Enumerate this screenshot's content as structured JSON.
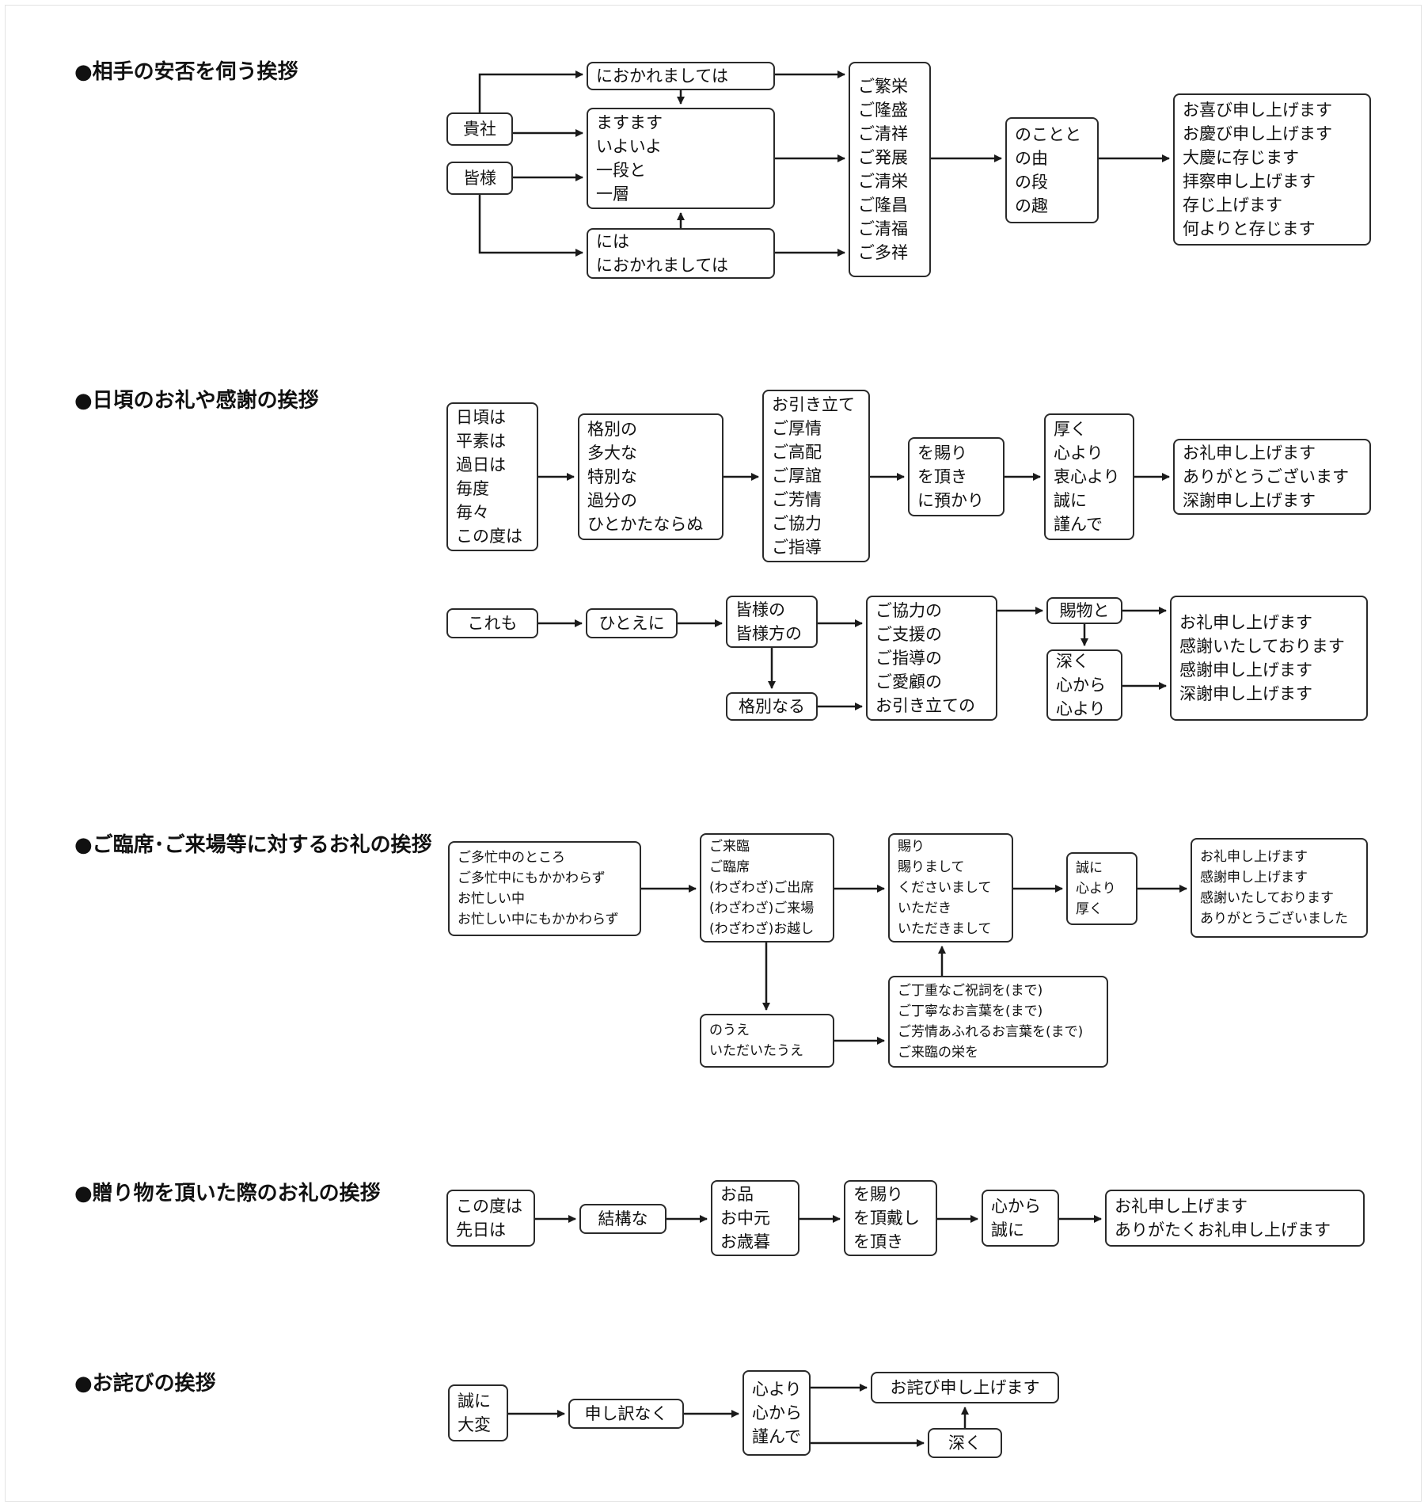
{
  "sections": [
    {
      "heading": "●相手の安否を伺う挨拶",
      "boxes": [
        {
          "id": "s1_kisha",
          "lines": [
            "貴社"
          ]
        },
        {
          "id": "s1_minasama",
          "lines": [
            "皆様"
          ]
        },
        {
          "id": "s1_niokare1",
          "lines": [
            "におかれましては"
          ]
        },
        {
          "id": "s1_masumasu",
          "lines": [
            "ますます",
            "いよいよ",
            "一段と",
            "一層"
          ]
        },
        {
          "id": "s1_niha",
          "lines": [
            "には",
            "におかれましては"
          ]
        },
        {
          "id": "s1_hanei",
          "lines": [
            "ご繁栄",
            "ご隆盛",
            "ご清祥",
            "ご発展",
            "ご清栄",
            "ご隆昌",
            "ご清福",
            "ご多祥"
          ]
        },
        {
          "id": "s1_nokoto",
          "lines": [
            "のことと",
            "の由",
            "の段",
            "の趣"
          ]
        },
        {
          "id": "s1_end",
          "lines": [
            "お喜び申し上げます",
            "お慶び申し上げます",
            "大慶に存じます",
            "拝察申し上げます",
            "存じ上げます",
            "何よりと存じます"
          ]
        }
      ]
    },
    {
      "heading": "●日頃のお礼や感謝の挨拶",
      "boxes": [
        {
          "id": "s2_higoro",
          "lines": [
            "日頃は",
            "平素は",
            "過日は",
            "毎度",
            "毎々",
            "この度は"
          ]
        },
        {
          "id": "s2_kakubetsu",
          "lines": [
            "格別の",
            "多大な",
            "特別な",
            "過分の",
            "ひとかたならぬ"
          ]
        },
        {
          "id": "s2_ohikitate",
          "lines": [
            "お引き立て",
            "ご厚情",
            "ご高配",
            "ご厚誼",
            "ご芳情",
            "ご協力",
            "ご指導"
          ]
        },
        {
          "id": "s2_wotamawari",
          "lines": [
            "を賜り",
            "を頂き",
            "に預かり"
          ]
        },
        {
          "id": "s2_atsuku",
          "lines": [
            "厚く",
            "心より",
            "衷心より",
            "誠に",
            "謹んで"
          ]
        },
        {
          "id": "s2_end1",
          "lines": [
            "お礼申し上げます",
            "ありがとうございます",
            "深謝申し上げます"
          ]
        },
        {
          "id": "s2_koremo",
          "lines": [
            "これも"
          ]
        },
        {
          "id": "s2_hitoeni",
          "lines": [
            "ひとえに"
          ]
        },
        {
          "id": "s2_minasamano",
          "lines": [
            "皆様の",
            "皆様方の"
          ]
        },
        {
          "id": "s2_kakubetsunaru",
          "lines": [
            "格別なる"
          ]
        },
        {
          "id": "s2_kyouryokuno",
          "lines": [
            "ご協力の",
            "ご支援の",
            "ご指導の",
            "ご愛顧の",
            "お引き立ての"
          ]
        },
        {
          "id": "s2_tamamonoto",
          "lines": [
            "賜物と"
          ]
        },
        {
          "id": "s2_fukaku",
          "lines": [
            "深く",
            "心から",
            "心より"
          ]
        },
        {
          "id": "s2_end2",
          "lines": [
            "お礼申し上げます",
            "感謝いたしております",
            "感謝申し上げます",
            "深謝申し上げます"
          ]
        }
      ]
    },
    {
      "heading": "●ご臨席･ご来場等に対するお礼の挨拶",
      "boxes": [
        {
          "id": "s3_gotabou",
          "lines": [
            "ご多忙中のところ",
            "ご多忙中にもかかわらず",
            "お忙しい中",
            "お忙しい中にもかかわらず"
          ]
        },
        {
          "id": "s3_gorairin",
          "lines": [
            "ご来臨",
            "ご臨席",
            "(わざわざ)ご出席",
            "(わざわざ)ご来場",
            "(わざわざ)お越し"
          ]
        },
        {
          "id": "s3_tamawari",
          "lines": [
            "賜り",
            "賜りまして",
            "くださいまして",
            "いただき",
            "いただきまして"
          ]
        },
        {
          "id": "s3_makotoni",
          "lines": [
            "誠に",
            "心より",
            "厚く"
          ]
        },
        {
          "id": "s3_end",
          "lines": [
            "お礼申し上げます",
            "感謝申し上げます",
            "感謝いたしております",
            "ありがとうございました"
          ]
        },
        {
          "id": "s3_noue",
          "lines": [
            "のうえ",
            "いただいたうえ"
          ]
        },
        {
          "id": "s3_goteichou",
          "lines": [
            "ご丁重なご祝詞を(まで)",
            "ご丁寧なお言葉を(まで)",
            "ご芳情あふれるお言葉を(まで)",
            "ご来臨の栄を"
          ]
        }
      ]
    },
    {
      "heading": "●贈り物を頂いた際のお礼の挨拶",
      "boxes": [
        {
          "id": "s4_konotabi",
          "lines": [
            "この度は",
            "先日は"
          ]
        },
        {
          "id": "s4_kekkou",
          "lines": [
            "結構な"
          ]
        },
        {
          "id": "s4_ohin",
          "lines": [
            "お品",
            "お中元",
            "お歳暮"
          ]
        },
        {
          "id": "s4_wotamawari",
          "lines": [
            "を賜り",
            "を頂戴し",
            "を頂き"
          ]
        },
        {
          "id": "s4_kokorokara",
          "lines": [
            "心から",
            "誠に"
          ]
        },
        {
          "id": "s4_end",
          "lines": [
            "お礼申し上げます",
            "ありがたくお礼申し上げます"
          ]
        }
      ]
    },
    {
      "heading": "●お詫びの挨拶",
      "boxes": [
        {
          "id": "s5_makotoni",
          "lines": [
            "誠に",
            "大変"
          ]
        },
        {
          "id": "s5_moushiwake",
          "lines": [
            "申し訳なく"
          ]
        },
        {
          "id": "s5_kokoroyori",
          "lines": [
            "心より",
            "心から",
            "謹んで"
          ]
        },
        {
          "id": "s5_end",
          "lines": [
            "お詫び申し上げます"
          ]
        },
        {
          "id": "s5_fukaku",
          "lines": [
            "深く"
          ]
        }
      ]
    }
  ]
}
